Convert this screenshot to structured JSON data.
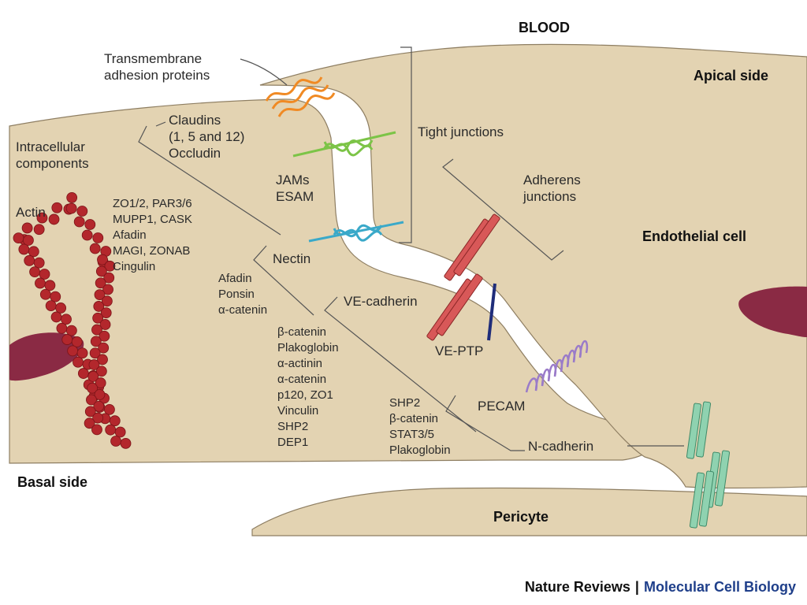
{
  "colors": {
    "cell": "#e3d3b2",
    "cell_outline": "#8e7e62",
    "actin": "#b3272c",
    "nucleus": "#8a2a44",
    "cadherin": "#d85858",
    "ncadherin": "#8fd2b0",
    "claudin": "#f08a24",
    "jam": "#7cc447",
    "nectin": "#3aa9c9",
    "pecam": "#9a7bc9",
    "veptp": "#1f2d7a",
    "journal_blue": "#1f3f8a"
  },
  "regions": {
    "blood": "BLOOD",
    "apical": "Apical side",
    "endothelial": "Endothelial cell",
    "basal": "Basal side",
    "pericyte": "Pericyte"
  },
  "labels": {
    "transmembrane": [
      "Transmembrane",
      "adhesion proteins"
    ],
    "intracellular": [
      "Intracellular",
      "components"
    ],
    "claudins": [
      "Claudins",
      "(1, 5 and 12)",
      "Occludin"
    ],
    "tight_junctions": "Tight junctions",
    "adherens": [
      "Adherens",
      "junctions"
    ],
    "actin": "Actin",
    "jams": [
      "JAMs",
      "ESAM"
    ],
    "nectin": "Nectin",
    "ve_cadherin": "VE-cadherin",
    "ve_ptp": "VE-PTP",
    "pecam": "PECAM",
    "n_cadherin": "N-cadherin"
  },
  "lists": {
    "tj_components": [
      "ZO1/2, PAR3/6",
      "MUPP1, CASK",
      "Afadin",
      "MAGI, ZONAB",
      "Cingulin"
    ],
    "nectin_components": [
      "Afadin",
      "Ponsin",
      "α-catenin"
    ],
    "vecad_components": [
      "β-catenin",
      "Plakoglobin",
      "α-actinin",
      "α-catenin",
      "p120, ZO1",
      "Vinculin",
      "SHP2",
      "DEP1"
    ],
    "pecam_components": [
      "SHP2",
      "β-catenin",
      "STAT3/5",
      "Plakoglobin"
    ]
  },
  "footer": {
    "publisher": "Nature Reviews",
    "separator": "|",
    "journal": "Molecular Cell Biology"
  }
}
